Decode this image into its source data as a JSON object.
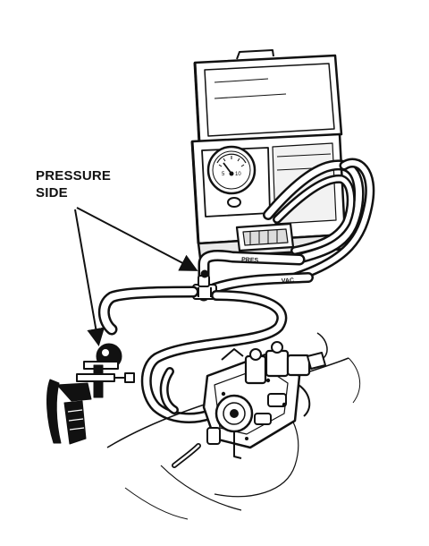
{
  "callout": {
    "line1": "PRESSURE",
    "line2": "SIDE"
  },
  "hose_labels": {
    "pressure_hose": "PRES",
    "vacuum_hose": "VAC"
  },
  "gauge": {
    "dial_marks": [
      "5",
      "10"
    ]
  },
  "colors": {
    "ink": "#111111",
    "paper": "#ffffff"
  }
}
